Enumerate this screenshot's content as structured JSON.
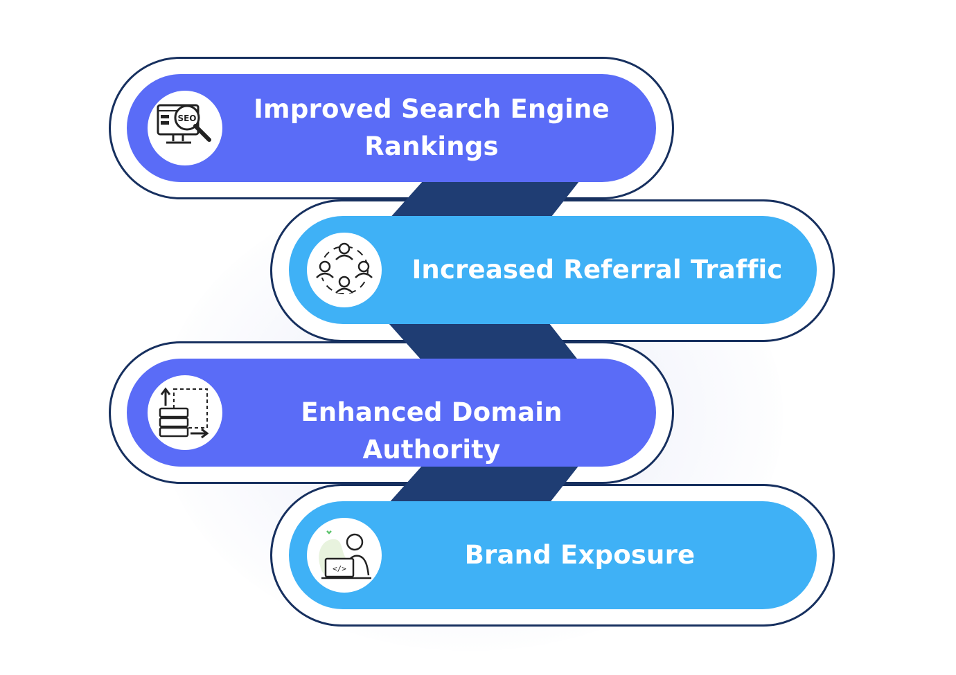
{
  "colors": {
    "indigo": "#5a6cf7",
    "sky": "#3fb1f6",
    "navy": "#17305f",
    "connector": "#1f3d73"
  },
  "items": [
    {
      "label_line1": "Improved Search Engine",
      "label_line2": "Rankings",
      "icon": "seo-monitor-icon",
      "color": "indigo"
    },
    {
      "label": "Increased Referral Traffic",
      "icon": "people-network-icon",
      "color": "sky"
    },
    {
      "label": "Enhanced Domain Authority",
      "icon": "server-hierarchy-icon",
      "color": "indigo"
    },
    {
      "label": "Brand Exposure",
      "icon": "developer-laptop-icon",
      "color": "sky"
    }
  ],
  "seo_icon_text": "SEO"
}
